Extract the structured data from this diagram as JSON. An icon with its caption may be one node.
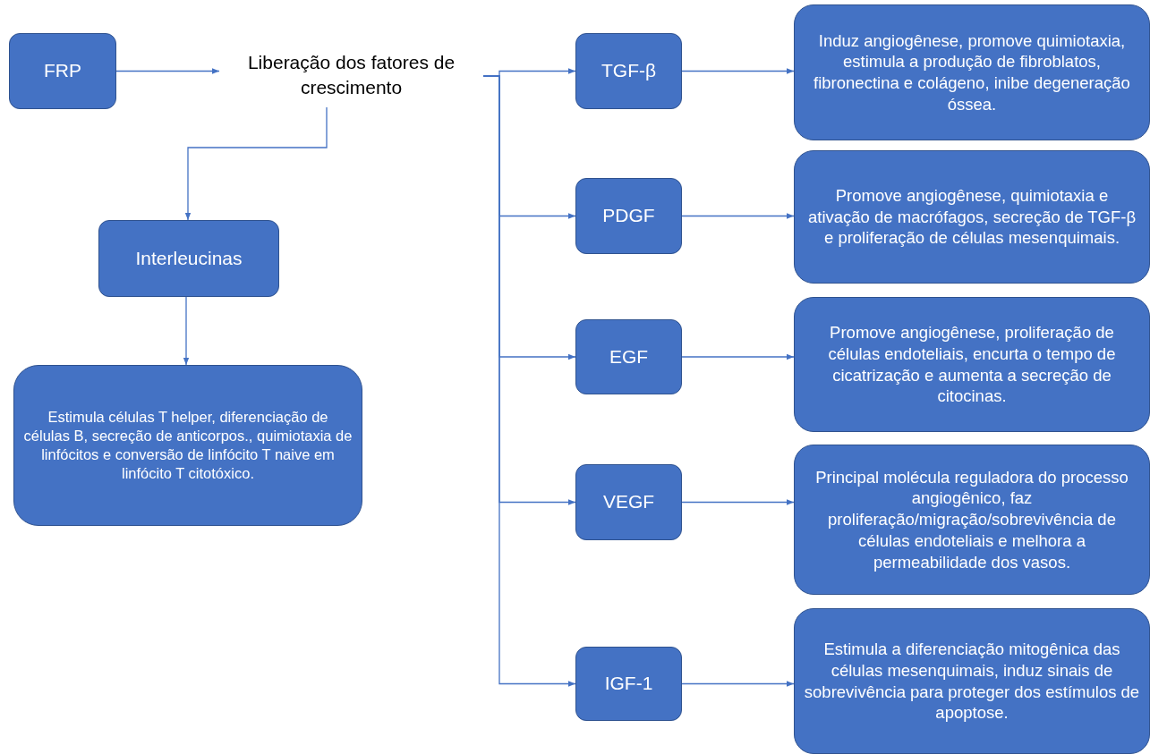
{
  "diagram": {
    "nodes": [
      {
        "text": [
          "FRP"
        ]
      },
      {
        "text": [
          "Liberação dos fatores de crescimento"
        ]
      },
      {
        "text": [
          "Interleucinas"
        ]
      },
      {
        "text": [
          "Estimula células T helper, diferenciação de células B, secreção de anticorpos., quimiotaxia de linfócitos e conversão de linfócito T naive em linfócito T citotóxico."
        ]
      },
      {
        "text": [
          "TGF-β"
        ]
      },
      {
        "text": [
          "Induz angiogênese, promove quimiotaxia, estimula a produção de fibroblatos, fibronectina e colágeno, inibe degeneração óssea."
        ]
      },
      {
        "text": [
          "PDGF"
        ]
      },
      {
        "text": [
          "Promove angiogênese, quimiotaxia e ativação de macrófagos, secreção de TGF-β e proliferação de células mesenquimais."
        ]
      },
      {
        "text": [
          "EGF"
        ]
      },
      {
        "text": [
          "Promove angiogênese, proliferação de células endoteliais, encurta o tempo de cicatrização e aumenta a secreção de citocinas."
        ]
      },
      {
        "text": [
          "VEGF"
        ]
      },
      {
        "text": [
          "Principal molécula reguladora do processo angiogênico, faz proliferação/migração/sobrevivência de células endoteliais e melhora a permeabilidade dos vasos."
        ]
      },
      {
        "text": [
          "IGF-1"
        ]
      },
      {
        "text": [
          "Estimula a diferenciação mitogênica das células mesenquimais, induz sinais de sobrevivência para proteger dos estímulos de apoptose."
        ]
      }
    ],
    "edges": [
      {
        "from": 0,
        "to": 1,
        "arrow": "to"
      },
      {
        "from": 1,
        "to": 2,
        "arrow": "to"
      },
      {
        "from": 2,
        "to": 3,
        "arrow": "to"
      },
      {
        "from": 1,
        "to": 4,
        "arrow": "to"
      },
      {
        "from": 1,
        "to": 6,
        "arrow": "to"
      },
      {
        "from": 1,
        "to": 8,
        "arrow": "to"
      },
      {
        "from": 1,
        "to": 10,
        "arrow": "to"
      },
      {
        "from": 1,
        "to": 12,
        "arrow": "to"
      },
      {
        "from": 4,
        "to": 5,
        "arrow": "to"
      },
      {
        "from": 6,
        "to": 7,
        "arrow": "to"
      },
      {
        "from": 8,
        "to": 9,
        "arrow": "to"
      },
      {
        "from": 10,
        "to": 11,
        "arrow": "to"
      },
      {
        "from": 12,
        "to": 13,
        "arrow": "to"
      }
    ]
  }
}
